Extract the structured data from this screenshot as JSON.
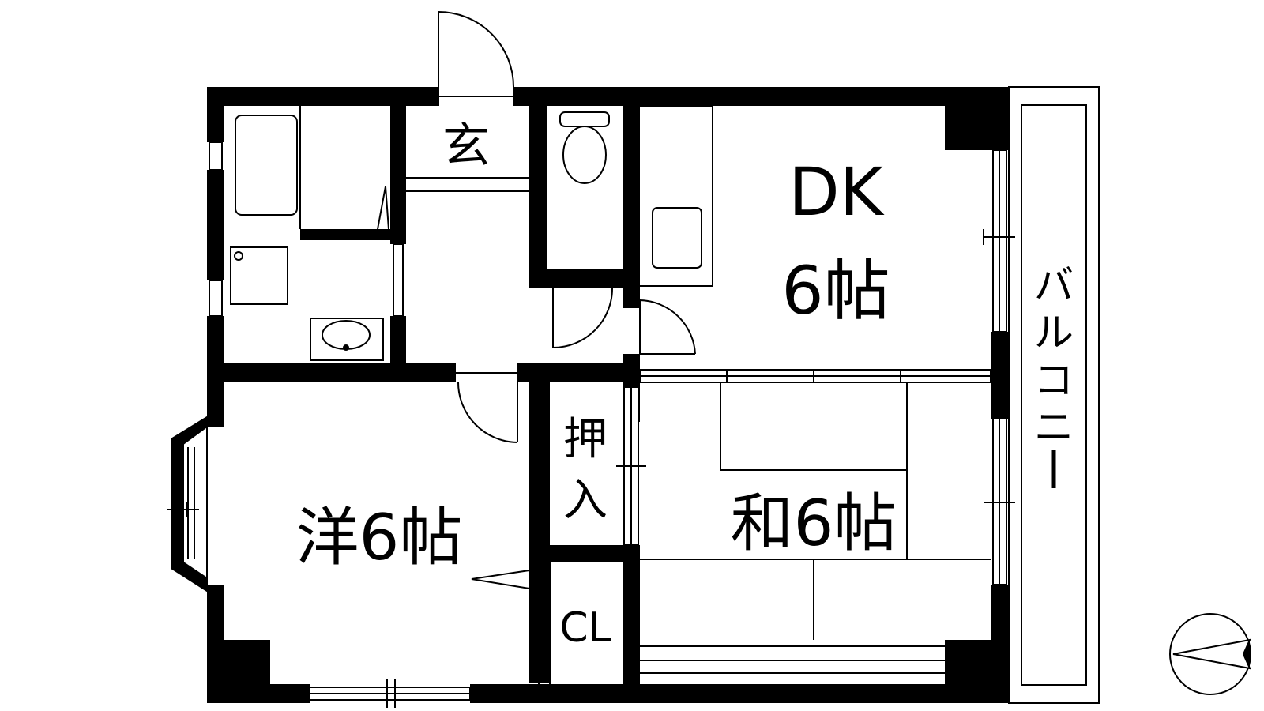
{
  "rooms": {
    "entrance": "玄",
    "dk_name": "DK",
    "dk_size": "6帖",
    "western": "洋6帖",
    "japanese": "和6帖",
    "closet_oshiire_1": "押",
    "closet_oshiire_2": "入",
    "closet_cl": "CL"
  },
  "balcony": {
    "chars": [
      "バ",
      "ル",
      "コ",
      "ニ",
      "ー"
    ]
  },
  "colors": {
    "wall": "#000000",
    "line": "#000000",
    "background": "#ffffff"
  },
  "compass": {
    "icon": "north-arrow-icon",
    "direction": "west"
  }
}
